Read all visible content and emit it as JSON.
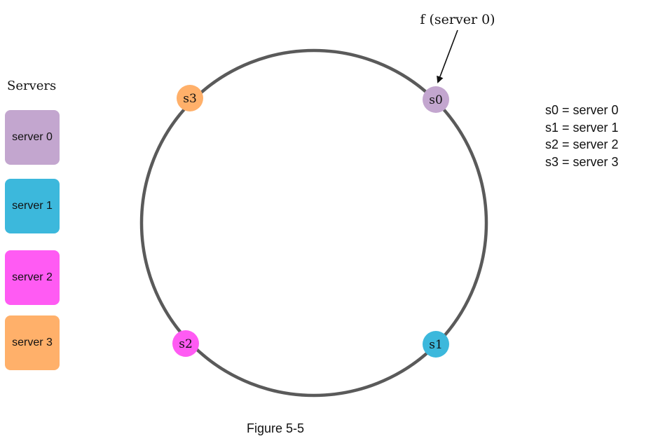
{
  "servers_panel": {
    "title": "Servers",
    "items": [
      {
        "label": "server 0",
        "color": "#c3a6cf"
      },
      {
        "label": "server 1",
        "color": "#3cb8dc"
      },
      {
        "label": "server 2",
        "color": "#ff5bf3"
      },
      {
        "label": "server 3",
        "color": "#ffb06a"
      }
    ]
  },
  "ring": {
    "stroke_color": "#5a5a5a",
    "nodes": [
      {
        "label": "s0",
        "color": "#c3a6cf",
        "server": "server 0"
      },
      {
        "label": "s1",
        "color": "#3cb8dc",
        "server": "server 1"
      },
      {
        "label": "s2",
        "color": "#ff5bf3",
        "server": "server 2"
      },
      {
        "label": "s3",
        "color": "#ffb06a",
        "server": "server 3"
      }
    ],
    "key_label": "f (server 0)"
  },
  "legend": [
    "s0 = server 0",
    "s1 = server 1",
    "s2 = server 2",
    "s3 = server 3"
  ],
  "caption": "Figure 5-5"
}
